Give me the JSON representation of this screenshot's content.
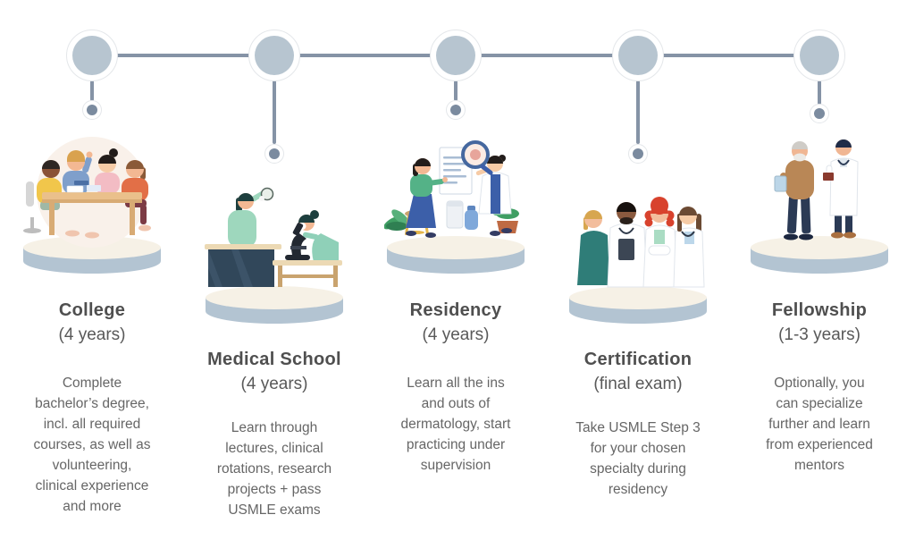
{
  "palette": {
    "background": "#ffffff",
    "connector": "#8593a6",
    "node_fill": "#b7c5d0",
    "node_ring": "#e4e7ea",
    "dot_fill": "#7b8b9f",
    "pedestal_top": "#f6f1e6",
    "pedestal_side": "#b3c4d2",
    "title_color": "#4f4f4f",
    "subtitle_color": "#595959",
    "body_color": "#666666"
  },
  "timeline": {
    "node_count": 5,
    "drop_pattern": [
      "short",
      "long",
      "short",
      "long",
      "short"
    ]
  },
  "steps": [
    {
      "id": "college",
      "title": "College",
      "duration": "(4 years)",
      "description": "Complete bachelor’s degree, incl. all required courses, as well as volunteering, clinical experience and more",
      "description_lines": [
        "Complete",
        "bachelor’s degree,",
        "incl. all required",
        "courses, as well as",
        "volunteering,",
        "clinical experience",
        "and more"
      ],
      "illustration": "students-studying-around-table"
    },
    {
      "id": "medical-school",
      "title": "Medical School",
      "duration": "(4 years)",
      "description": "Learn through lectures, clinical rotations, research projects + pass USMLE exams",
      "description_lines": [
        "Learn through",
        "lectures, clinical",
        "rotations, research",
        "projects + pass",
        "USMLE exams"
      ],
      "illustration": "students-with-microscope-in-lab"
    },
    {
      "id": "residency",
      "title": "Residency",
      "duration": "(4 years)",
      "description": "Learn all the ins and outs of dermatology, start practicing under supervision",
      "description_lines": [
        "Learn all the ins",
        "and outs of",
        "dermatology, start",
        "practicing under",
        "supervision"
      ],
      "illustration": "doctor-examining-patient-with-magnifier"
    },
    {
      "id": "certification",
      "title": "Certification",
      "duration": "(final exam)",
      "description": "Take USMLE Step 3 for your chosen specialty during residency",
      "description_lines": [
        "Take USMLE Step 3",
        "for your chosen",
        "specialty during",
        "residency"
      ],
      "illustration": "team-of-doctors"
    },
    {
      "id": "fellowship",
      "title": "Fellowship",
      "duration": "(1-3 years)",
      "description": "Optionally, you can specialize further and learn from experienced mentors",
      "description_lines": [
        "Optionally, you",
        "can specialize",
        "further and learn",
        "from experienced",
        "mentors"
      ],
      "illustration": "senior-mentor-with-young-doctor"
    }
  ]
}
